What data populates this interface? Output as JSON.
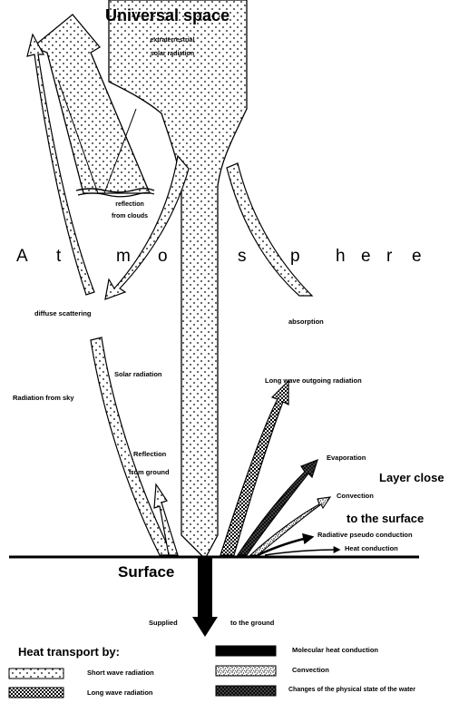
{
  "title": "Universal space",
  "atmosphere_letters": [
    "A",
    "t",
    "m",
    "o",
    "s",
    "p",
    "h",
    "e",
    "r",
    "e"
  ],
  "surface_label": "Surface",
  "layer_close_line1": "Layer close",
  "layer_close_line2": "to the surface",
  "labels": {
    "extraterrestrial": "extraterrestrial",
    "solar_radiation_top": "solar radiation",
    "reflection_clouds_1": "reflection",
    "reflection_clouds_2": "from clouds",
    "diffuse_scattering": "diffuse scattering",
    "absorption": "absorption",
    "solar_radiation": "Solar radiation",
    "radiation_from_sky": "Radiation from sky",
    "reflection_ground_1": "Reflection",
    "reflection_ground_2": "from ground",
    "long_wave_outgoing": "Long wave outgoing radiation",
    "evaporation": "Evaporation",
    "convection": "Convection",
    "radiative_pseudo": "Radiative pseudo conduction",
    "heat_conduction": "Heat conduction",
    "supplied": "Supplied",
    "to_the_ground": "to the ground"
  },
  "legend": {
    "title": "Heat transport by:",
    "items": [
      {
        "label": "Short wave radiation",
        "pattern": "dots"
      },
      {
        "label": "Long wave radiation",
        "pattern": "coarse"
      },
      {
        "label": "Molecular heat conduction",
        "pattern": "solid"
      },
      {
        "label": "Convection",
        "pattern": "stipple"
      },
      {
        "label": "Changes of the physical state of the water",
        "pattern": "cross"
      }
    ]
  }
}
